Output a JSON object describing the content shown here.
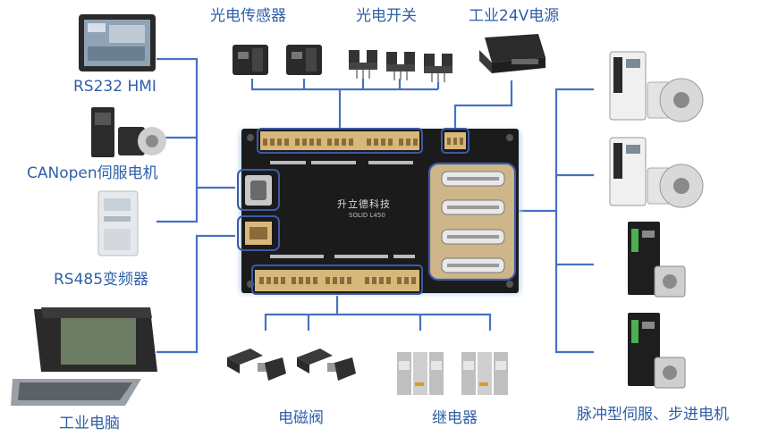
{
  "labels": {
    "rs232_hmi": "RS232 HMI",
    "canopen_servo": "CANopen伺服电机",
    "rs485_inverter": "RS485变频器",
    "industrial_pc": "工业电脑",
    "photo_sensor": "光电传感器",
    "photo_switch": "光电开关",
    "power_24v": "工业24V电源",
    "solenoid_valve": "电磁阀",
    "relay": "继电器",
    "pulse_servo_stepper": "脉冲型伺服、步进电机"
  },
  "board": {
    "brand": "升立德科技",
    "model": "SOLID L450"
  },
  "colors": {
    "line": "#4472c4",
    "label": "#2e5fa8",
    "board": "#1b1b1b",
    "terminal": "#d7b87a",
    "connector_frame": "#3c5aa6"
  }
}
